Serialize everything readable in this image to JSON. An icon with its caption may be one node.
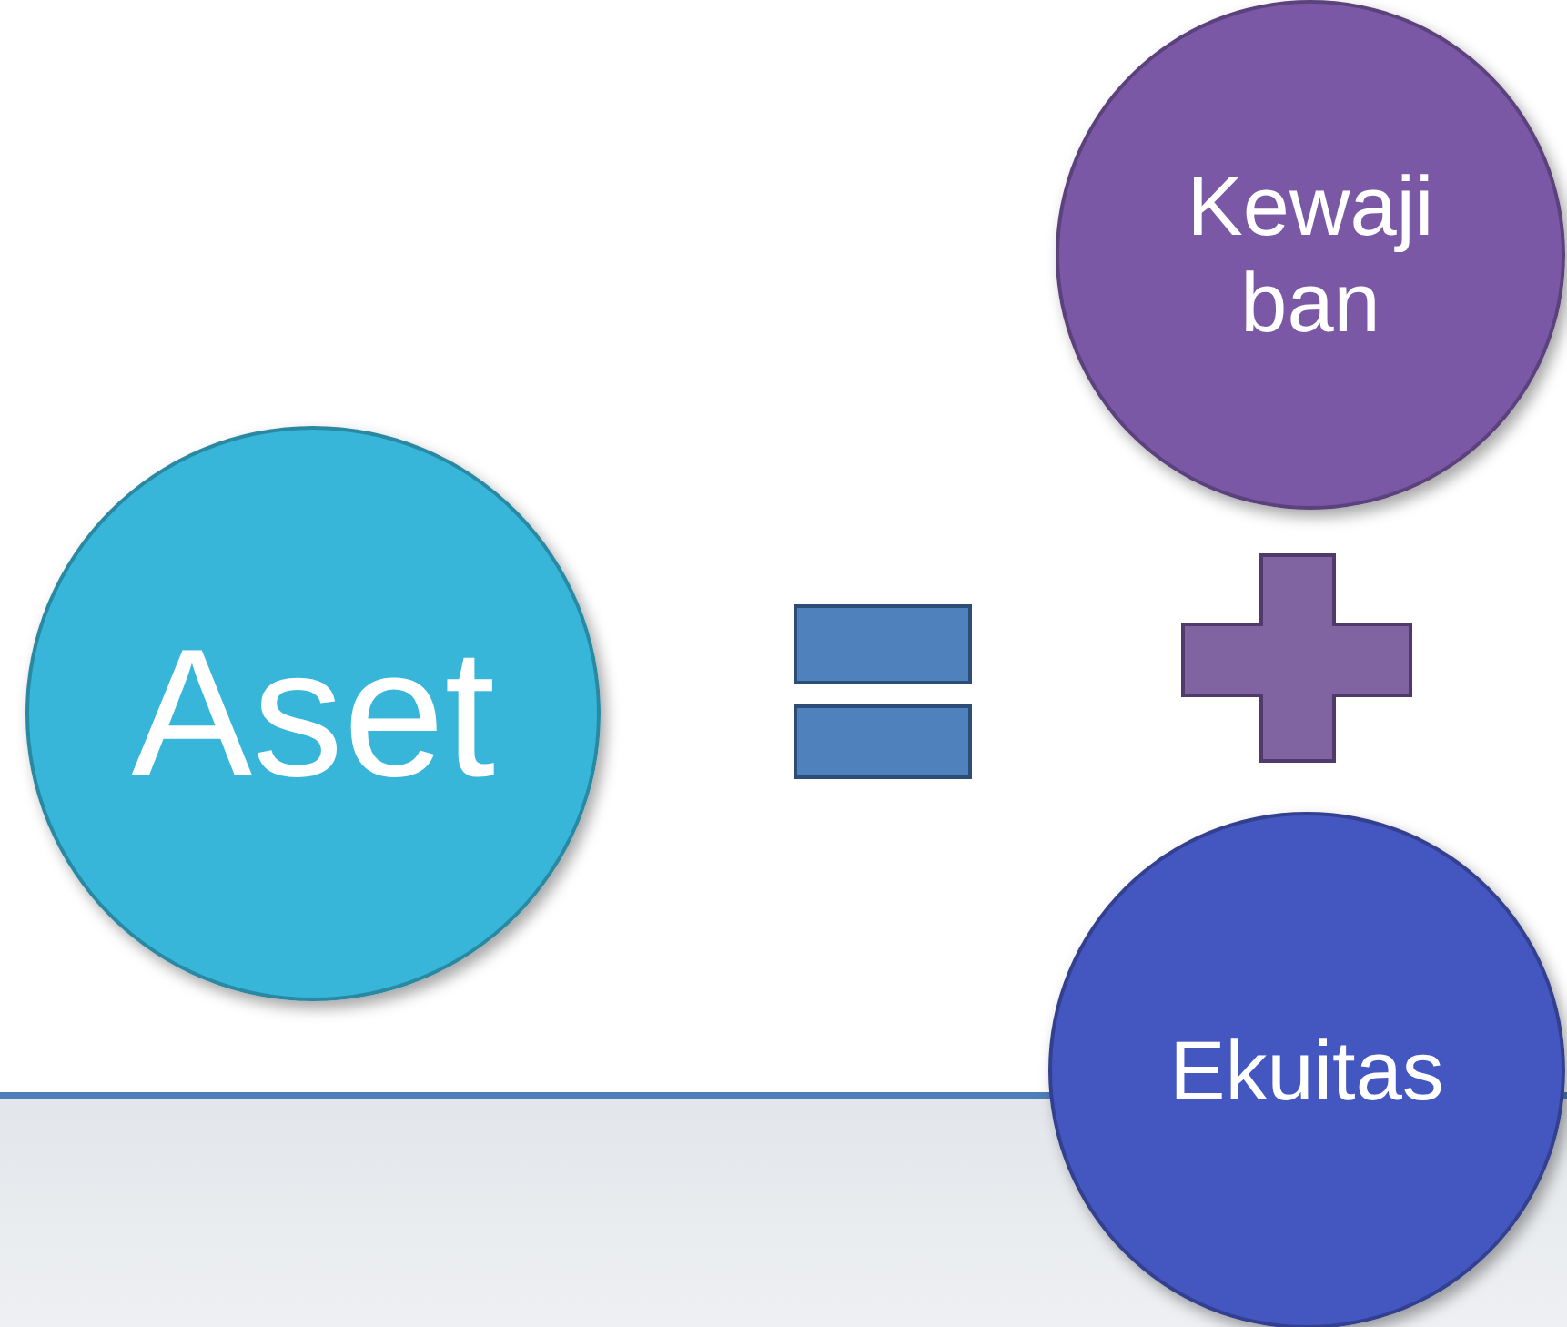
{
  "diagram": {
    "nodes": [
      {
        "text": [
          "Aset"
        ]
      },
      {
        "text": [
          "Kewajiban"
        ]
      },
      {
        "text": [
          "Ekuitas"
        ]
      }
    ]
  }
}
